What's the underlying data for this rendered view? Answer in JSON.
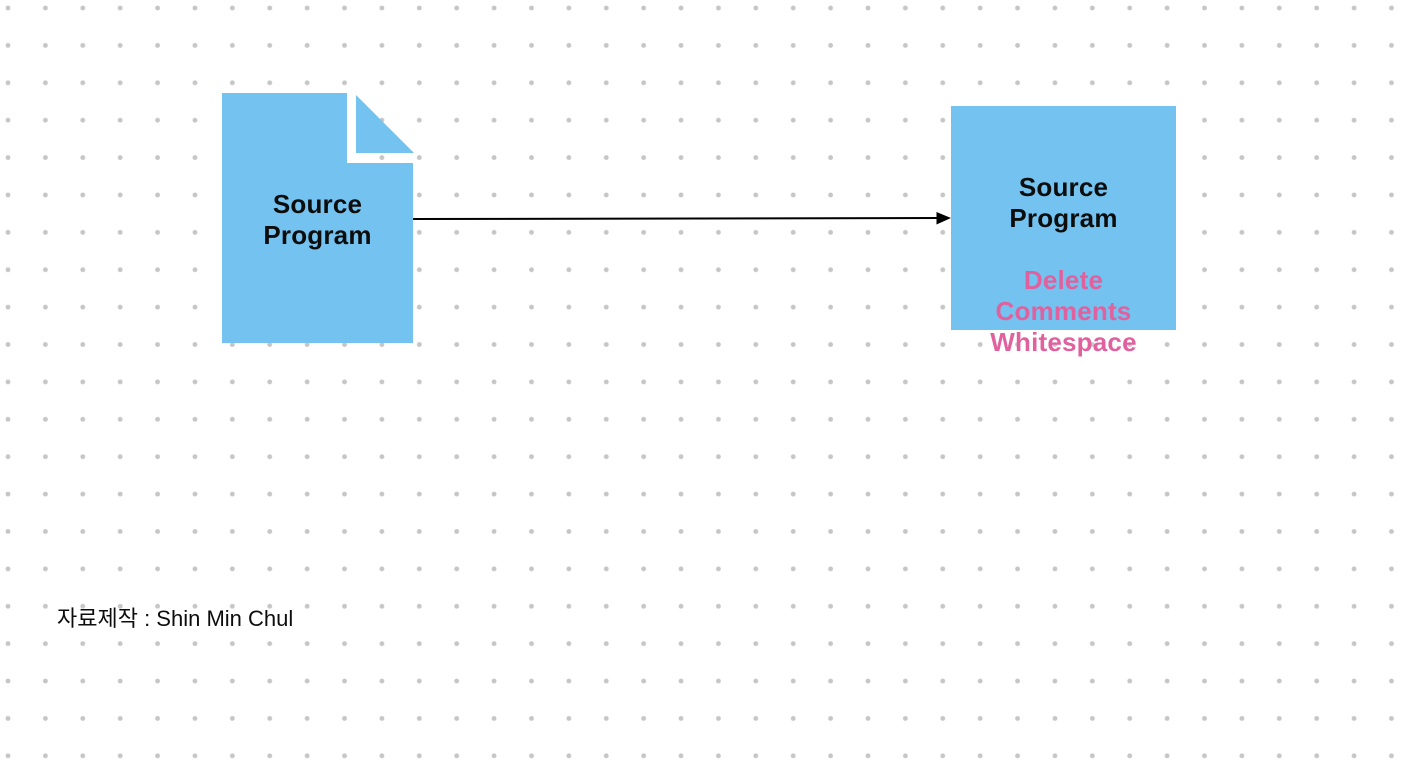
{
  "canvas": {
    "background_color": "#ffffff",
    "dot_color": "#c6c6c6",
    "caption": "자료제작 : Shin Min Chul"
  },
  "colors": {
    "shape_fill": "#73c2ef",
    "text_black": "#0d0d0d",
    "text_pink": "#e0619e",
    "arrow": "#000000"
  },
  "diagram": {
    "source_document": {
      "shape": "document-with-folded-corner",
      "label": "Source\nProgram"
    },
    "arrow": {
      "direction": "left-to-right"
    },
    "target_box": {
      "shape": "rectangle",
      "label_black": "Source\nProgram",
      "label_pink": "Delete\nComments\nWhitespace"
    }
  }
}
